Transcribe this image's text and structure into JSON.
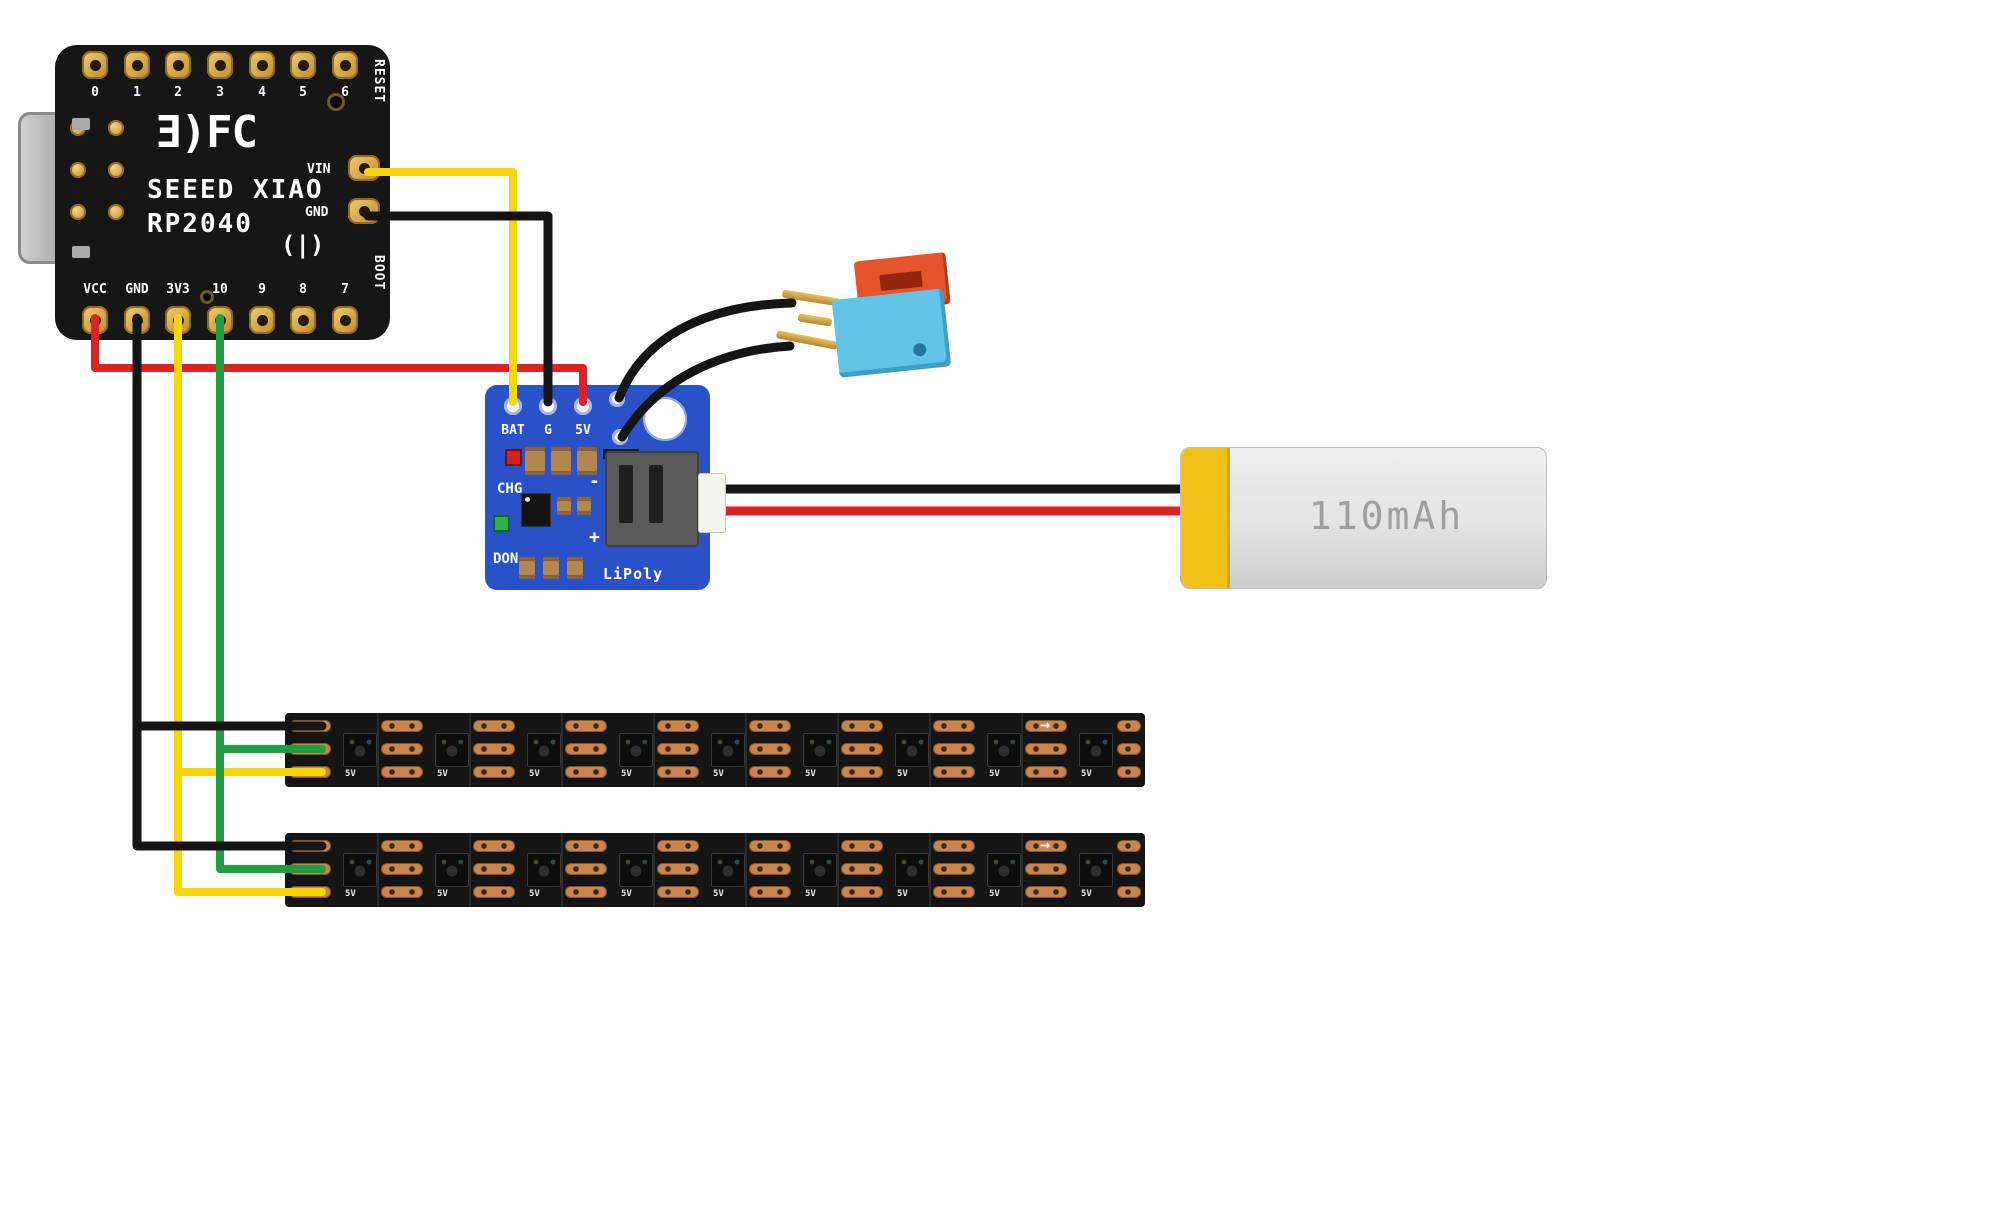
{
  "board_xiao": {
    "fcc_mark": "Ǝ)FC",
    "title_line1": "SEEED XIAO",
    "title_line2": "RP2040",
    "logo_mark": "(|)",
    "top_pin_labels": [
      "0",
      "1",
      "2",
      "3",
      "4",
      "5",
      "6"
    ],
    "bottom_pin_labels": [
      "VCC",
      "GND",
      "3V3",
      "10",
      "9",
      "8",
      "7"
    ],
    "side_labels": {
      "reset": "RESET",
      "vin": "VIN",
      "gnd": "GND",
      "boot": "BOOT"
    }
  },
  "charger": {
    "pin_labels": [
      "BAT",
      "G",
      "5V"
    ],
    "status_labels": {
      "chg": "CHG",
      "don": "DON"
    },
    "board_name": "LiPoly",
    "polarity": {
      "minus": "-",
      "plus": "+"
    }
  },
  "battery": {
    "capacity_label": "110mAh"
  },
  "led_strips": {
    "count": 2,
    "segments_per_strip": 9,
    "pad_label": "5V",
    "arrow_glyph": "→"
  },
  "wires": {
    "colors": {
      "red": "#e02121",
      "black": "#151515",
      "yellow": "#f6d70a",
      "green": "#1e9e3e"
    }
  }
}
